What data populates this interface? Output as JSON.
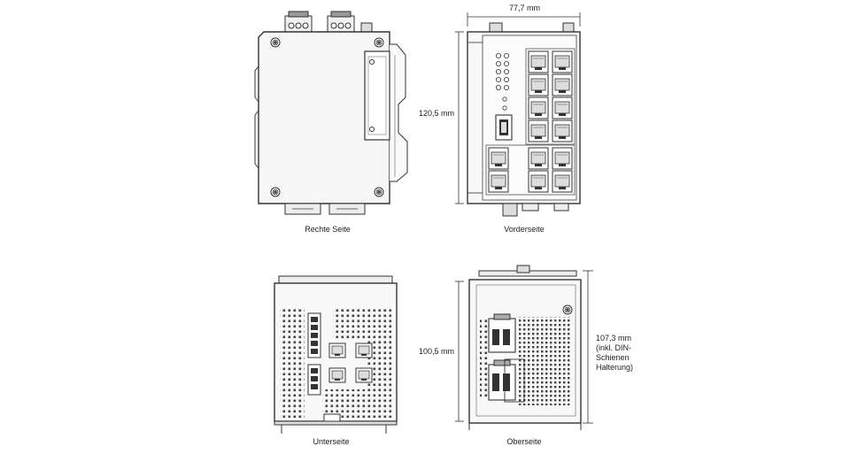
{
  "views": {
    "right_side": "Rechte Seite",
    "front": "Vorderseite",
    "bottom": "Unterseite",
    "top": "Oberseite"
  },
  "dimensions": {
    "width": "77,7 mm",
    "height": "120,5 mm",
    "depth": "100,5 mm",
    "depth_rail": "107,3 mm\n(inkl. DIN-\nSchienen\nHalterung)"
  },
  "colors": {
    "line": "#333333",
    "fill": "#f4f4f4",
    "dark": "#555555"
  },
  "icons": {
    "screw": "screw-icon",
    "rj45": "rj45-port-icon",
    "usb": "usb-port-icon",
    "led": "led-icon",
    "terminal": "terminal-block-icon"
  }
}
